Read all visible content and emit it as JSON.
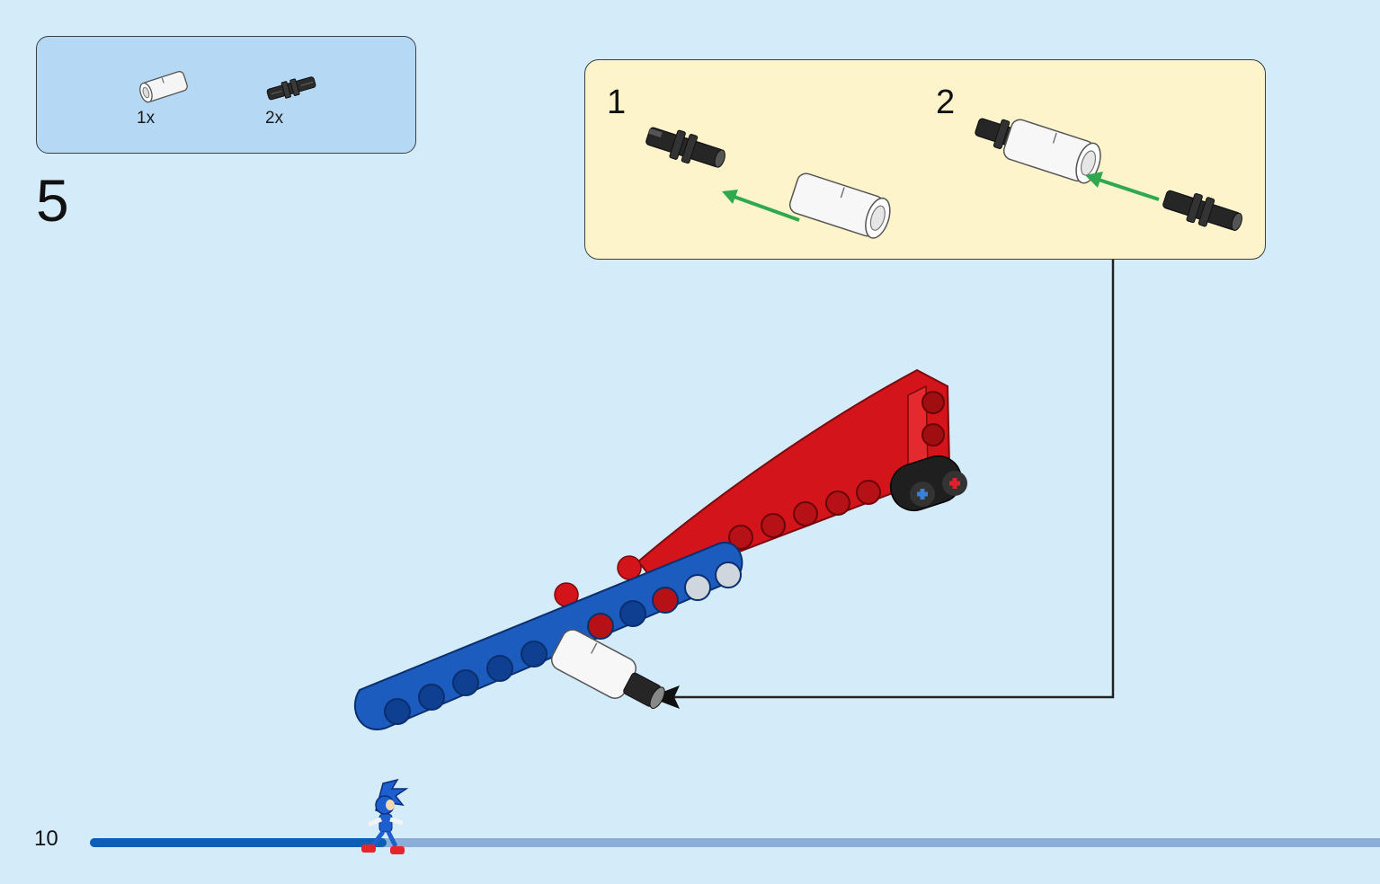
{
  "parts_list": {
    "items": [
      {
        "icon": "white-connector-icon",
        "qty": "1x"
      },
      {
        "icon": "black-axle-pin-icon",
        "qty": "2x"
      }
    ]
  },
  "step": {
    "number": "5"
  },
  "substeps": [
    {
      "label": "1"
    },
    {
      "label": "2"
    }
  ],
  "page": {
    "number": "10"
  },
  "progress": {
    "fraction": 0.23
  },
  "colors": {
    "background": "#d4ebfa",
    "parts_box": "#b5d9f4",
    "substep_box": "#fdf4cc",
    "red_beam": "#d4141b",
    "blue_beam": "#1c5cbf",
    "arrow_green": "#2fa84f",
    "progress_fill": "#0a5fb4",
    "progress_track": "#8aaed8"
  }
}
